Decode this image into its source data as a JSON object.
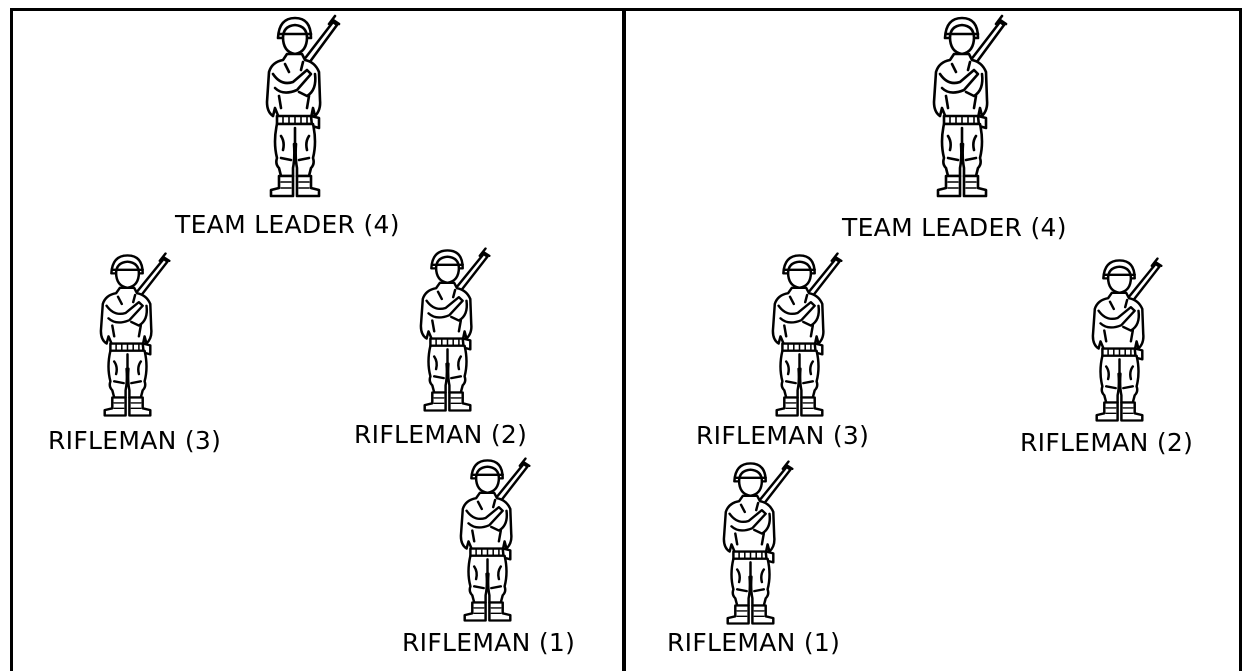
{
  "left_panel": {
    "team_leader": "TEAM LEADER (4)",
    "rifleman_3": "RIFLEMAN (3)",
    "rifleman_2": "RIFLEMAN (2)",
    "rifleman_1": "RIFLEMAN (1)"
  },
  "right_panel": {
    "team_leader": "TEAM LEADER (4)",
    "rifleman_3": "RIFLEMAN (3)",
    "rifleman_2": "RIFLEMAN (2)",
    "rifleman_1": "RIFLEMAN (1)"
  },
  "colors": {
    "ink": "#000000",
    "background": "#ffffff"
  },
  "icons": {
    "soldier": "soldier-with-rifle-icon"
  }
}
